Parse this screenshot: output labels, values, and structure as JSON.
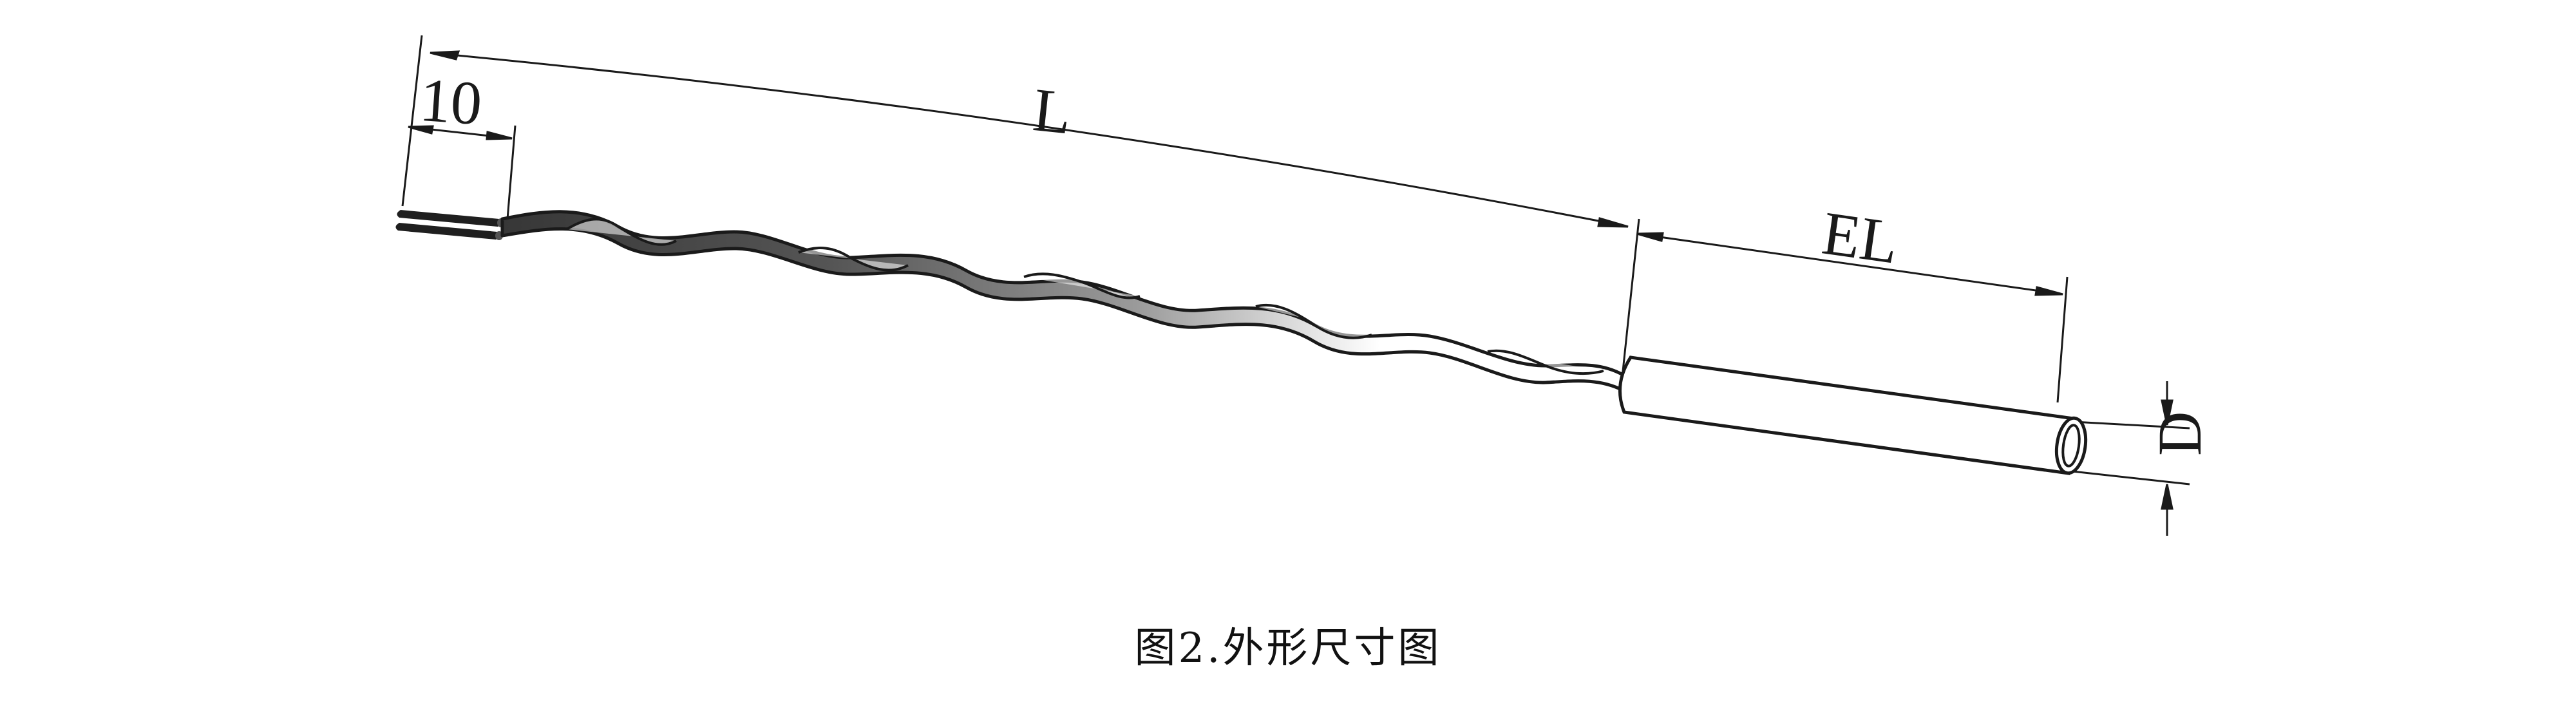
{
  "dimensions": {
    "tip_length": "10",
    "lead_length": "L",
    "element_length": "EL",
    "diameter": "D"
  },
  "caption": "图2.外形尺寸图",
  "colors": {
    "ink": "#1a1a1a",
    "lead_dark": "#2a2a2a",
    "lead_mid": "#7a7a7a",
    "lead_light": "#ffffff"
  }
}
